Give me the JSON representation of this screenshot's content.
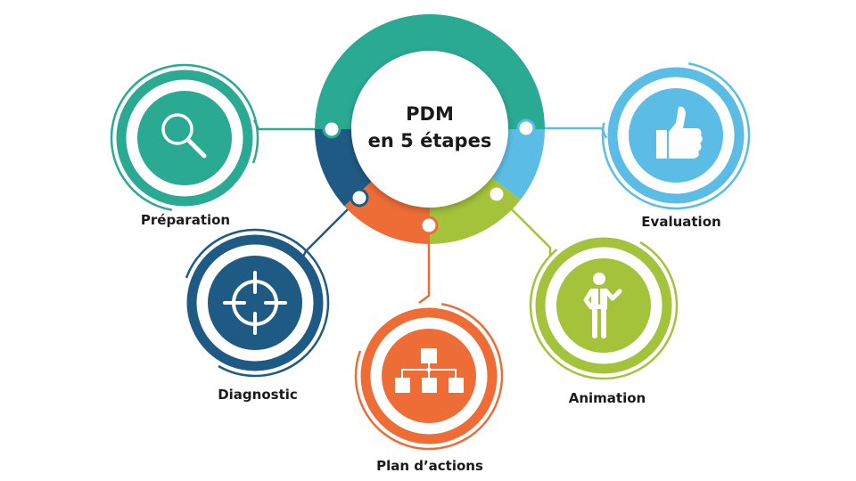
{
  "center": {
    "line1": "PDM",
    "line2": "en 5 étapes"
  },
  "colors": {
    "teal": "#2aa993",
    "dark_blue": "#1f5a85",
    "orange": "#ee6d36",
    "green": "#a4c23a",
    "light_blue": "#5bbde6",
    "text": "#1a1a1a"
  },
  "steps": [
    {
      "id": "preparation",
      "label": "Préparation",
      "icon": "magnifier-icon",
      "color": "#2aa993"
    },
    {
      "id": "diagnostic",
      "label": "Diagnostic",
      "icon": "crosshair-target-icon",
      "color": "#1f5a85"
    },
    {
      "id": "plan",
      "label": "Plan d’actions",
      "icon": "org-chart-icon",
      "color": "#ee6d36"
    },
    {
      "id": "animation",
      "label": "Animation",
      "icon": "presenter-person-icon",
      "color": "#a4c23a"
    },
    {
      "id": "evaluation",
      "label": "Evaluation",
      "icon": "thumbs-up-icon",
      "color": "#5bbde6"
    }
  ]
}
